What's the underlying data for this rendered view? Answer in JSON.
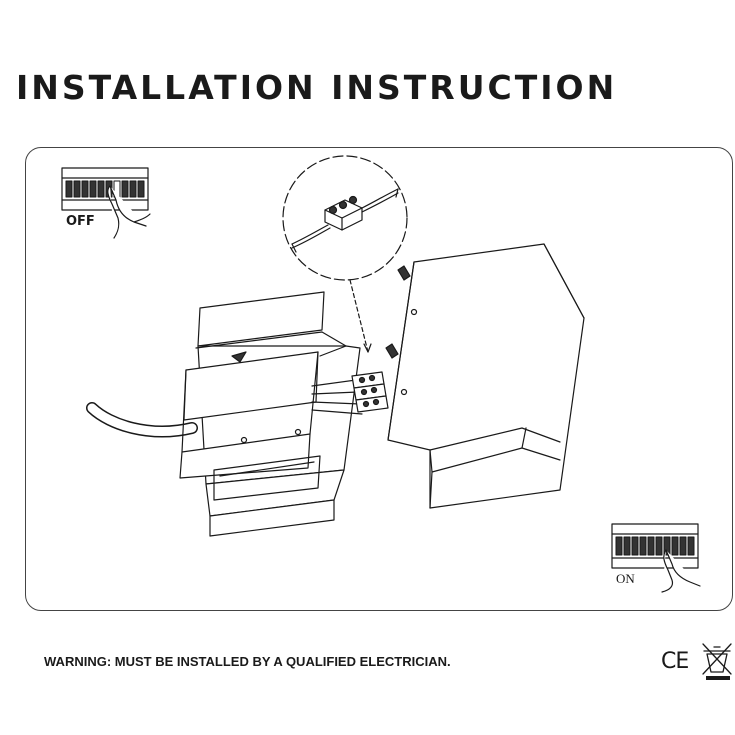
{
  "title": "INSTALLATION  INSTRUCTION",
  "breaker_off": {
    "label": "OFF"
  },
  "breaker_on": {
    "label": "ON"
  },
  "warning": "WARNING: MUST BE INSTALLED BY A QUALIFIED ELECTRICIAN.",
  "marks": {
    "ce": "CE"
  },
  "icons": [
    "breaker-panel-icon",
    "hand-icon",
    "terminal-connector-icon",
    "wall-lamp-icon",
    "mounting-box-icon",
    "power-cable-icon",
    "weee-bin-icon"
  ],
  "colors": {
    "line": "#1a1a1a",
    "background": "#ffffff"
  }
}
